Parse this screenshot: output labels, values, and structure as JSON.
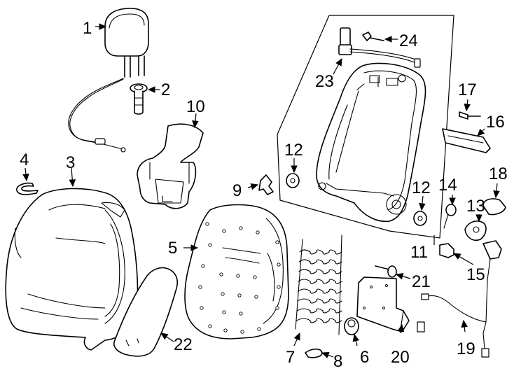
{
  "diagram": {
    "callouts": [
      {
        "id": "1",
        "label": "1"
      },
      {
        "id": "2",
        "label": "2"
      },
      {
        "id": "3",
        "label": "3"
      },
      {
        "id": "4",
        "label": "4"
      },
      {
        "id": "5",
        "label": "5"
      },
      {
        "id": "6",
        "label": "6"
      },
      {
        "id": "7",
        "label": "7"
      },
      {
        "id": "8",
        "label": "8"
      },
      {
        "id": "9",
        "label": "9"
      },
      {
        "id": "10",
        "label": "10"
      },
      {
        "id": "11",
        "label": "11"
      },
      {
        "id": "12a",
        "label": "12"
      },
      {
        "id": "12b",
        "label": "12"
      },
      {
        "id": "13",
        "label": "13"
      },
      {
        "id": "14",
        "label": "14"
      },
      {
        "id": "15",
        "label": "15"
      },
      {
        "id": "16",
        "label": "16"
      },
      {
        "id": "17",
        "label": "17"
      },
      {
        "id": "18",
        "label": "18"
      },
      {
        "id": "19",
        "label": "19"
      },
      {
        "id": "20",
        "label": "20"
      },
      {
        "id": "21",
        "label": "21"
      },
      {
        "id": "22",
        "label": "22"
      },
      {
        "id": "23",
        "label": "23"
      },
      {
        "id": "24",
        "label": "24"
      }
    ]
  }
}
